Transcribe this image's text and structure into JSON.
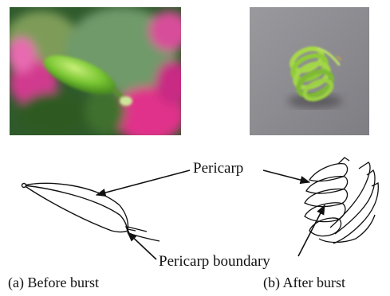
{
  "figure": {
    "photos": [
      {
        "name": "before-burst-photo",
        "subject": "green seed pod among pink flowers"
      },
      {
        "name": "after-burst-photo",
        "subject": "coiled green pericarp on grey background"
      }
    ],
    "labels": {
      "pericarp": "Pericarp",
      "pericarp_boundary": "Pericarp boundary"
    },
    "captions": {
      "a": "(a) Before burst",
      "b": "(b) After burst"
    },
    "colors": {
      "line": "#111111",
      "pod_green": "#6fbf2c",
      "flower_pink": "#e0308a",
      "photo_b_bg": "#8e8e92"
    }
  }
}
